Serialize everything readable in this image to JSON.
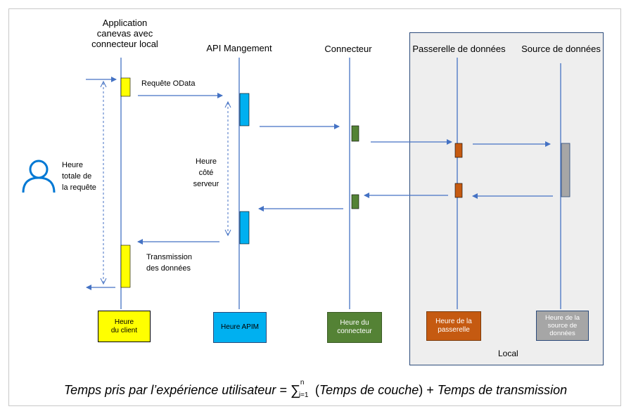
{
  "lanes": [
    {
      "title": "Application\ncanevas avec\nconnecteur local",
      "box": "Heure\ndu client",
      "color": "#ffff00",
      "text_color": "#000000"
    },
    {
      "title": "API Mangement",
      "box": "Heure APIM",
      "color": "#00b0f0",
      "text_color": "#000000"
    },
    {
      "title": "Connecteur",
      "box": "Heure du\nconnecteur",
      "color": "#548235",
      "text_color": "#ffffff"
    },
    {
      "title": "Passerelle de données",
      "box": "Heure de la\npasserelle",
      "color": "#c55a11",
      "text_color": "#ffffff"
    },
    {
      "title": "Source de données",
      "box": "Heure de la\nsource de\ndonnées",
      "color": "#a6a6a6",
      "text_color": "#ffffff"
    }
  ],
  "labels": {
    "request": "Requête OData",
    "total_time": "Heure\ntotale de\nla requête",
    "server_time": "Heure\ncôté\nserveur",
    "transmission": "Transmission\ndes données",
    "local": "Local"
  },
  "formula": {
    "left": "Temps pris par l’expérience utilisateur = ",
    "sum_top": "n",
    "sum_bottom": "i=1",
    "open": " (",
    "layer": "Temps de couche",
    "close": ") + ",
    "right": "Temps de transmission"
  },
  "colors": {
    "arrow": "#4472c4",
    "lifeline": "#4472c4",
    "user_icon": "#0078d4",
    "activation_gray": "#a6a6a6"
  }
}
